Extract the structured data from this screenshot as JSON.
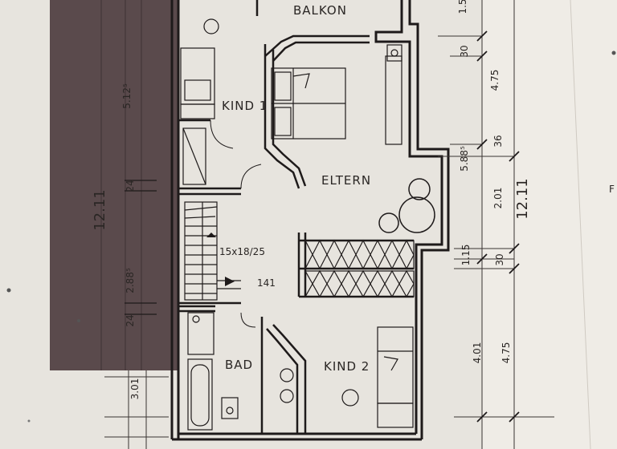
{
  "rooms": {
    "balkon": "BALKON",
    "kind1": "KIND 1",
    "eltern": "ELTERN",
    "bad": "BAD",
    "kind2": "KIND 2"
  },
  "stair": {
    "spec": "15x18/25",
    "width": "141"
  },
  "dims_left": {
    "total": "12.11",
    "upper": "5.12⁵",
    "mid": "2.88⁵",
    "lower": "3.01",
    "a": "24",
    "b": "24"
  },
  "dims_right": {
    "top": "1.5",
    "a": "30",
    "b": "4.75",
    "c": "5.88⁵",
    "d": "36",
    "e": "2.01",
    "total": "12.11",
    "f": "1.15",
    "g": "30",
    "h": "4.01",
    "i": "4.75"
  },
  "edge_letter": "F",
  "colors": {
    "paper": "#e7e4de",
    "ink": "#2a2624",
    "hatch": "#5a4a4c"
  }
}
